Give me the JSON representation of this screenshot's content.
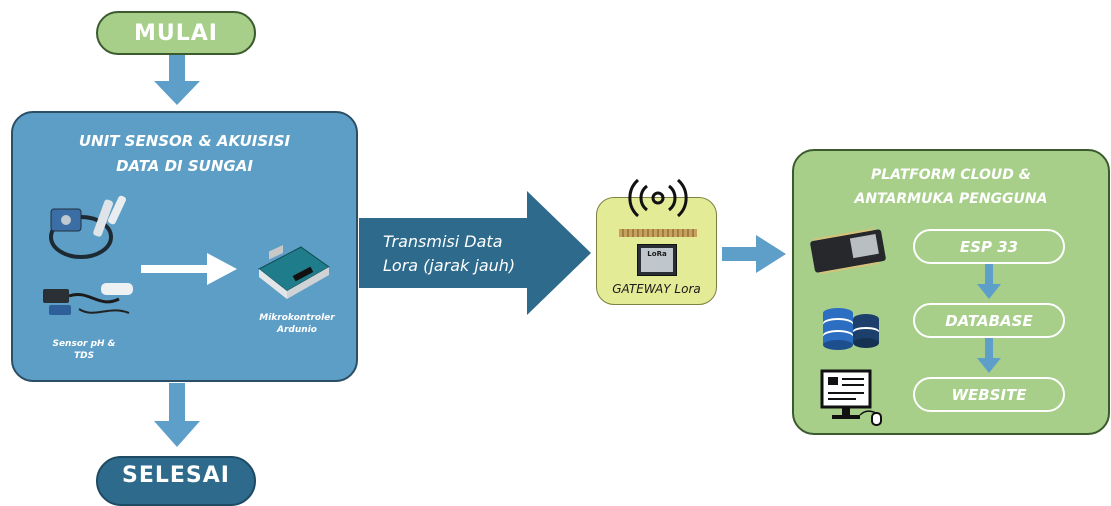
{
  "start_label": "MULAI",
  "end_label": "SELESAI",
  "sensor_unit": {
    "title_line1": "UNIT SENSOR & AKUISISI",
    "title_line2": "DATA DI SUNGAI",
    "sensor_label_line1": "Sensor pH &",
    "sensor_label_line2": "TDS",
    "mcu_label_line1": "Mikrokontroler",
    "mcu_label_line2": "Ardunio"
  },
  "transmission": {
    "line1": "Transmisi Data",
    "line2": "Lora (jarak jauh)"
  },
  "gateway": {
    "label": "GATEWAY Lora",
    "chip_text": "LoRa"
  },
  "cloud": {
    "title_line1": "PLATFORM CLOUD &",
    "title_line2": "ANTARMUKA PENGGUNA",
    "steps": [
      "ESP 33",
      "DATABASE",
      "WEBSITE"
    ]
  },
  "colors": {
    "green_fill": "#a7cf8a",
    "blue_fill": "#5d9ec6",
    "dark_blue": "#2d6a8c",
    "arrow_blue": "#5e9fca",
    "gateway_fill": "#e4eb96"
  }
}
